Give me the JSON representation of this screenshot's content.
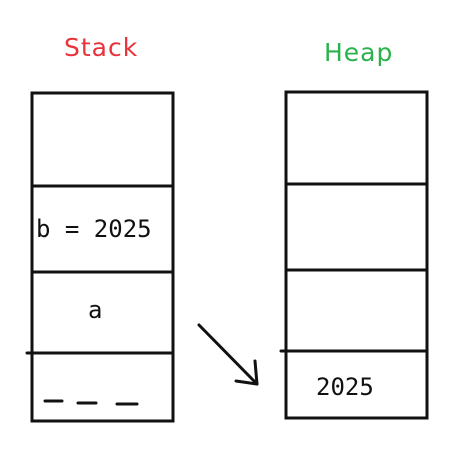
{
  "colors": {
    "stack_title": "#e8333a",
    "heap_title": "#2ab24d",
    "ink": "#111111"
  },
  "stack": {
    "title": "Stack",
    "cells": [
      "",
      "b = 2025",
      "a",
      ""
    ]
  },
  "heap": {
    "title": "Heap",
    "cells": [
      "",
      "",
      "",
      "2025"
    ]
  },
  "arrow": {
    "from": "stack-cell-a",
    "to": "heap-cell-2025"
  }
}
